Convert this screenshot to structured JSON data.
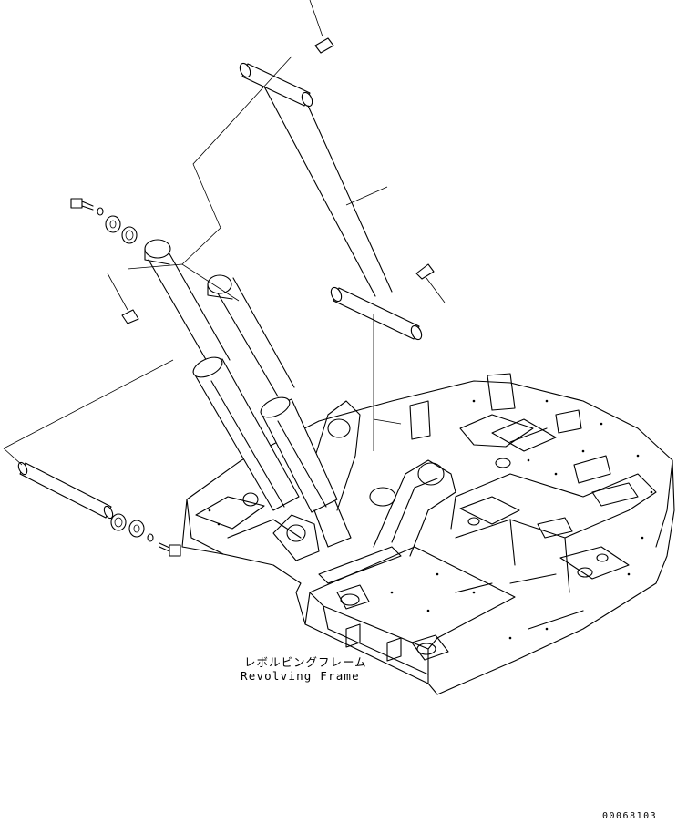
{
  "labels": {
    "frame_jp": "レボルビングフレーム",
    "frame_en": "Revolving Frame"
  },
  "drawing_number": "00068103"
}
